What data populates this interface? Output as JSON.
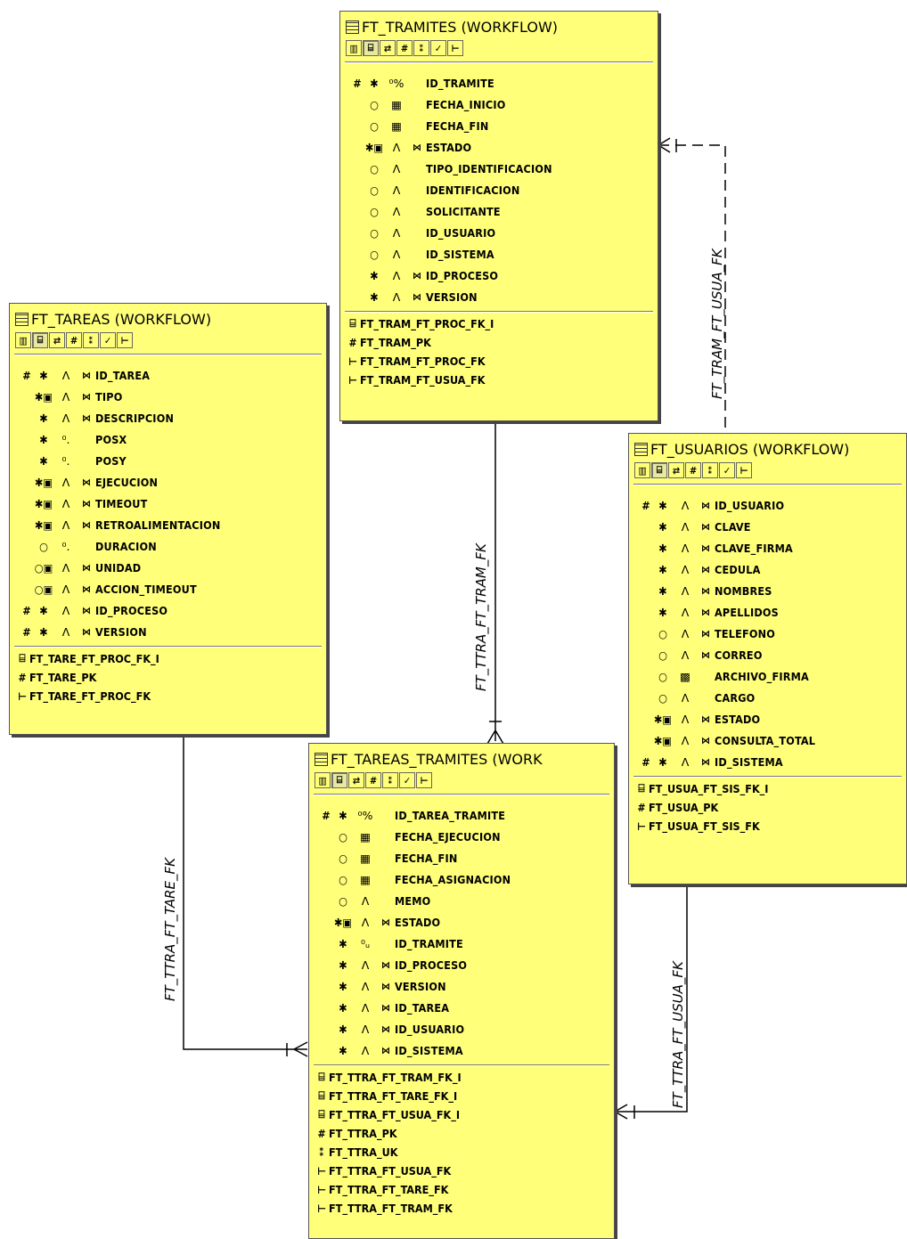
{
  "diagram": {
    "tables": {
      "tramites": {
        "title": "FT_TRAMITES (WORKFLOW)",
        "columns": [
          {
            "key": "#",
            "mand": "*",
            "type": "seq",
            "ref": "",
            "name": "ID_TRAMITE"
          },
          {
            "key": "",
            "mand": "○",
            "type": "date",
            "ref": "",
            "name": "FECHA_INICIO"
          },
          {
            "key": "",
            "mand": "○",
            "type": "date",
            "ref": "",
            "name": "FECHA_FIN"
          },
          {
            "key": "",
            "mand": "*",
            "dom": true,
            "type": "A",
            "ref": "fk",
            "name": "ESTADO"
          },
          {
            "key": "",
            "mand": "○",
            "type": "A",
            "ref": "",
            "name": "TIPO_IDENTIFICACION"
          },
          {
            "key": "",
            "mand": "○",
            "type": "A",
            "ref": "",
            "name": "IDENTIFICACION"
          },
          {
            "key": "",
            "mand": "○",
            "type": "A",
            "ref": "",
            "name": "SOLICITANTE"
          },
          {
            "key": "",
            "mand": "○",
            "type": "A",
            "ref": "",
            "name": "ID_USUARIO"
          },
          {
            "key": "",
            "mand": "○",
            "type": "A",
            "ref": "",
            "name": "ID_SISTEMA"
          },
          {
            "key": "",
            "mand": "*",
            "type": "A",
            "ref": "fk",
            "name": "ID_PROCESO"
          },
          {
            "key": "",
            "mand": "*",
            "type": "A",
            "ref": "fk",
            "name": "VERSION"
          }
        ],
        "constraints": [
          {
            "icon": "idx",
            "name": "FT_TRAM_FT_PROC_FK_I"
          },
          {
            "icon": "pk",
            "name": "FT_TRAM_PK"
          },
          {
            "icon": "fk",
            "name": "FT_TRAM_FT_PROC_FK"
          },
          {
            "icon": "fk",
            "name": "FT_TRAM_FT_USUA_FK"
          }
        ]
      },
      "tareas": {
        "title": "FT_TAREAS (WORKFLOW)",
        "columns": [
          {
            "key": "#",
            "mand": "*",
            "type": "A",
            "ref": "fk",
            "name": "ID_TAREA"
          },
          {
            "key": "",
            "mand": "*",
            "dom": true,
            "type": "A",
            "ref": "fk",
            "name": "TIPO"
          },
          {
            "key": "",
            "mand": "*",
            "type": "A",
            "ref": "fk",
            "name": "DESCRIPCION"
          },
          {
            "key": "",
            "mand": "*",
            "type": "num",
            "ref": "",
            "name": "POSX"
          },
          {
            "key": "",
            "mand": "*",
            "type": "num",
            "ref": "",
            "name": "POSY"
          },
          {
            "key": "",
            "mand": "*",
            "dom": true,
            "type": "A",
            "ref": "fk",
            "name": "EJECUCION"
          },
          {
            "key": "",
            "mand": "*",
            "dom": true,
            "type": "A",
            "ref": "fk",
            "name": "TIMEOUT"
          },
          {
            "key": "",
            "mand": "*",
            "dom": true,
            "type": "A",
            "ref": "fk",
            "name": "RETROALIMENTACION"
          },
          {
            "key": "",
            "mand": "○",
            "type": "num",
            "ref": "",
            "name": "DURACION"
          },
          {
            "key": "",
            "mand": "○",
            "dom": true,
            "type": "A",
            "ref": "fk",
            "name": "UNIDAD"
          },
          {
            "key": "",
            "mand": "○",
            "dom": true,
            "type": "A",
            "ref": "fk",
            "name": "ACCION_TIMEOUT"
          },
          {
            "key": "#",
            "mand": "*",
            "type": "A",
            "ref": "fk",
            "name": "ID_PROCESO"
          },
          {
            "key": "#",
            "mand": "*",
            "type": "A",
            "ref": "fk",
            "name": "VERSION"
          }
        ],
        "constraints": [
          {
            "icon": "idx",
            "name": "FT_TARE_FT_PROC_FK_I"
          },
          {
            "icon": "pk",
            "name": "FT_TARE_PK"
          },
          {
            "icon": "fk",
            "name": "FT_TARE_FT_PROC_FK"
          }
        ]
      },
      "usuarios": {
        "title": "FT_USUARIOS (WORKFLOW)",
        "columns": [
          {
            "key": "#",
            "mand": "*",
            "type": "A",
            "ref": "fk",
            "name": "ID_USUARIO"
          },
          {
            "key": "",
            "mand": "*",
            "type": "A",
            "ref": "fk",
            "name": "CLAVE"
          },
          {
            "key": "",
            "mand": "*",
            "type": "A",
            "ref": "fk",
            "name": "CLAVE_FIRMA"
          },
          {
            "key": "",
            "mand": "*",
            "type": "A",
            "ref": "fk",
            "name": "CEDULA"
          },
          {
            "key": "",
            "mand": "*",
            "type": "A",
            "ref": "fk",
            "name": "NOMBRES"
          },
          {
            "key": "",
            "mand": "*",
            "type": "A",
            "ref": "fk",
            "name": "APELLIDOS"
          },
          {
            "key": "",
            "mand": "○",
            "type": "A",
            "ref": "fk",
            "name": "TELEFONO"
          },
          {
            "key": "",
            "mand": "○",
            "type": "A",
            "ref": "fk",
            "name": "CORREO"
          },
          {
            "key": "",
            "mand": "○",
            "type": "blob",
            "ref": "",
            "name": "ARCHIVO_FIRMA"
          },
          {
            "key": "",
            "mand": "○",
            "type": "A",
            "ref": "",
            "name": "CARGO"
          },
          {
            "key": "",
            "mand": "*",
            "dom": true,
            "type": "A",
            "ref": "fk",
            "name": "ESTADO"
          },
          {
            "key": "",
            "mand": "*",
            "dom": true,
            "type": "A",
            "ref": "fk",
            "name": "CONSULTA_TOTAL"
          },
          {
            "key": "#",
            "mand": "*",
            "type": "A",
            "ref": "fk",
            "name": "ID_SISTEMA"
          }
        ],
        "constraints": [
          {
            "icon": "idx",
            "name": "FT_USUA_FT_SIS_FK_I"
          },
          {
            "icon": "pk",
            "name": "FT_USUA_PK"
          },
          {
            "icon": "fk",
            "name": "FT_USUA_FT_SIS_FK"
          }
        ]
      },
      "tareas_tramites": {
        "title": "FT_TAREAS_TRAMITES (WORK",
        "columns": [
          {
            "key": "#",
            "mand": "*",
            "type": "seq",
            "ref": "",
            "name": "ID_TAREA_TRAMITE"
          },
          {
            "key": "",
            "mand": "○",
            "type": "date",
            "ref": "",
            "name": "FECHA_EJECUCION"
          },
          {
            "key": "",
            "mand": "○",
            "type": "date",
            "ref": "",
            "name": "FECHA_FIN"
          },
          {
            "key": "",
            "mand": "○",
            "type": "date",
            "ref": "",
            "name": "FECHA_ASIGNACION"
          },
          {
            "key": "",
            "mand": "○",
            "type": "A",
            "ref": "",
            "name": "MEMO"
          },
          {
            "key": "",
            "mand": "*",
            "dom": true,
            "type": "A",
            "ref": "fk",
            "name": "ESTADO"
          },
          {
            "key": "",
            "mand": "*",
            "type": "numu",
            "ref": "",
            "name": "ID_TRAMITE"
          },
          {
            "key": "",
            "mand": "*",
            "type": "A",
            "ref": "fk",
            "name": "ID_PROCESO"
          },
          {
            "key": "",
            "mand": "*",
            "type": "A",
            "ref": "fk",
            "name": "VERSION"
          },
          {
            "key": "",
            "mand": "*",
            "type": "A",
            "ref": "fk",
            "name": "ID_TAREA"
          },
          {
            "key": "",
            "mand": "*",
            "type": "A",
            "ref": "fk",
            "name": "ID_USUARIO"
          },
          {
            "key": "",
            "mand": "*",
            "type": "A",
            "ref": "fk",
            "name": "ID_SISTEMA"
          }
        ],
        "constraints": [
          {
            "icon": "idx",
            "name": "FT_TTRA_FT_TRAM_FK_I"
          },
          {
            "icon": "idx",
            "name": "FT_TTRA_FT_TARE_FK_I"
          },
          {
            "icon": "idx",
            "name": "FT_TTRA_FT_USUA_FK_I"
          },
          {
            "icon": "pk",
            "name": "FT_TTRA_PK"
          },
          {
            "icon": "uk",
            "name": "FT_TTRA_UK"
          },
          {
            "icon": "fk",
            "name": "FT_TTRA_FT_USUA_FK"
          },
          {
            "icon": "fk",
            "name": "FT_TTRA_FT_TARE_FK"
          },
          {
            "icon": "fk",
            "name": "FT_TTRA_FT_TRAM_FK"
          }
        ]
      }
    },
    "relationships": {
      "tram_usua": "FT_TRAM_FT_USUA_FK",
      "ttra_tram": "FT_TTRA_FT_TRAM_FK",
      "ttra_tare": "FT_TTRA_FT_TARE_FK",
      "ttra_usua": "FT_TTRA_FT_USUA_FK"
    },
    "colors": {
      "table_fill": "#ffff7a",
      "line": "#000000",
      "background": "#ffffff"
    }
  }
}
